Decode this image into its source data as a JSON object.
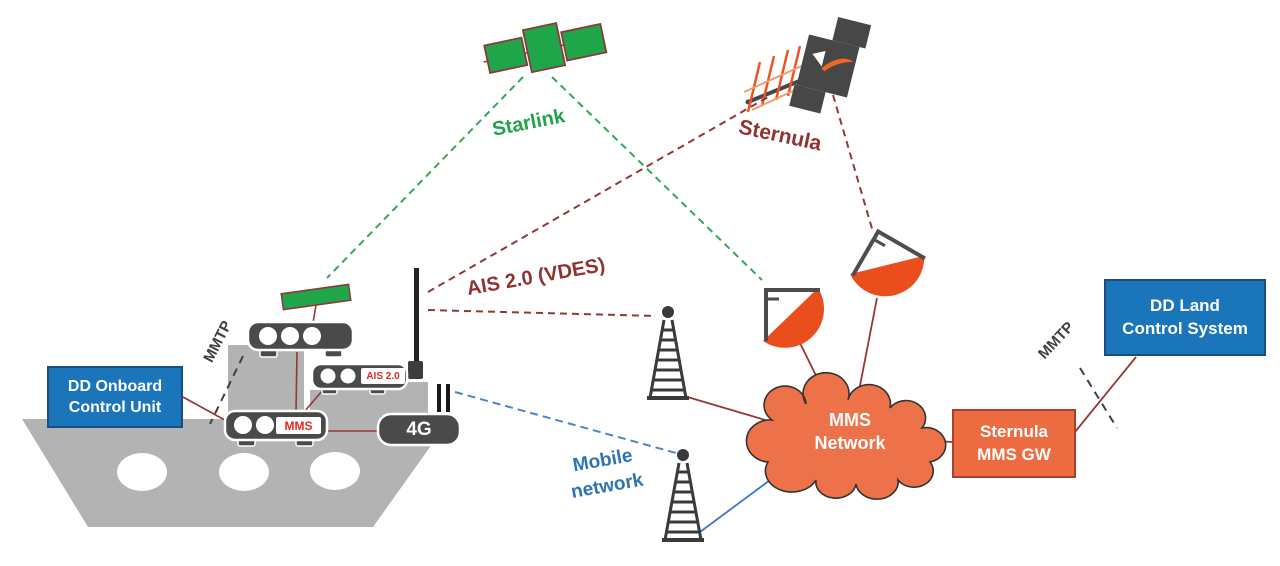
{
  "labels": {
    "starlink": "Starlink",
    "sternula": "Sternula",
    "ais_vdes": "AIS 2.0 (VDES)",
    "mobile_line1": "Mobile",
    "mobile_line2": "network",
    "mmtp_left": "MMTP",
    "mmtp_right": "MMTP"
  },
  "boxes": {
    "dd_onboard": {
      "line1": "DD Onboard",
      "line2": "Control Unit",
      "color": "#1B75BB"
    },
    "dd_land": {
      "line1": "DD Land",
      "line2": "Control System",
      "color": "#1B75BB"
    },
    "sternula_gw": {
      "line1": "Sternula",
      "line2": "MMS GW",
      "color": "#ED6B40"
    },
    "mms_cloud": {
      "line1": "MMS",
      "line2": "Network",
      "color": "#ED7249"
    }
  },
  "devices": {
    "ais_modem": "AIS 2.0",
    "mms_router": "MMS",
    "fourg_router": "4G"
  },
  "colors": {
    "starlink_green": "#21A54A",
    "dark_red_link": "#953735",
    "blue_link": "#3B78C8",
    "blue_box": "#1B75BB",
    "orange_node": "#ED6B40",
    "cloud_orange": "#ED7249",
    "dish_orange": "#EA4E1C",
    "ship_gray": "#B3B3B3",
    "device_dark": "#4A4A4A",
    "mmtp_dash": "#3F3F3F"
  }
}
